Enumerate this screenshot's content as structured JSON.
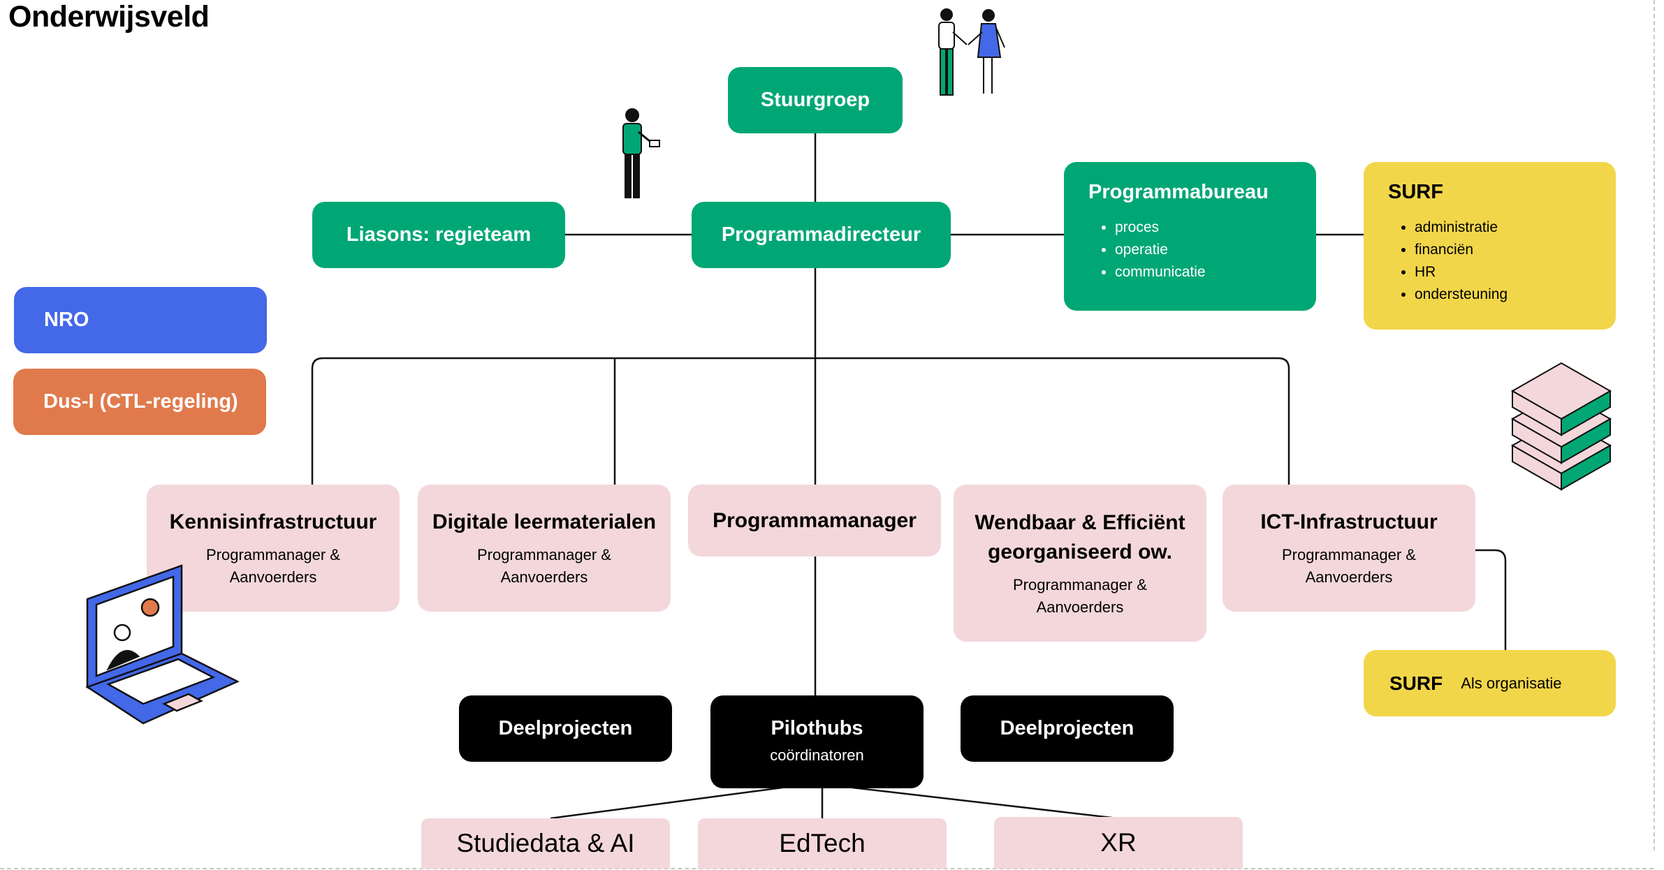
{
  "title": "Onderwijsveld",
  "colors": {
    "green": "#00a774",
    "yellow": "#f2d64a",
    "pink": "#f3d7db",
    "black": "#000000",
    "blue": "#4368e8",
    "orange": "#e07a4c"
  },
  "governance": {
    "stuurgroep": "Stuurgroep",
    "programmadirecteur": "Programmadirecteur",
    "liasons": "Liasons: regieteam",
    "programmabureau": {
      "title": "Programmabureau",
      "items": [
        "proces",
        "operatie",
        "communicatie"
      ]
    },
    "surf_support": {
      "title": "SURF",
      "items": [
        "administratie",
        "financiën",
        "HR",
        "ondersteuning"
      ]
    }
  },
  "funders": {
    "nro": "NRO",
    "dusi": "Dus-I (CTL-regeling)"
  },
  "programs": [
    {
      "title": "Kennisinfrastructuur",
      "sub": "Programmanager & Aanvoerders"
    },
    {
      "title": "Digitale leermaterialen",
      "sub": "Programmanager & Aanvoerders"
    },
    {
      "title": "Programmamanager",
      "sub": ""
    },
    {
      "title": "Wendbaar & Efficiënt georganiseerd ow.",
      "sub": "Programmanager & Aanvoerders"
    },
    {
      "title": "ICT-Infrastructuur",
      "sub": "Programmanager & Aanvoerders"
    }
  ],
  "surf_org": {
    "title": "SURF",
    "sub": "Als organisatie"
  },
  "projects": {
    "deel_left": "Deelprojecten",
    "deel_right": "Deelprojecten",
    "pilothubs": "Pilothubs",
    "pilothubs_sub": "coördinatoren"
  },
  "themes": [
    "Studiedata & AI",
    "EdTech",
    "XR"
  ],
  "icons": [
    "people-handshake-icon",
    "person-presenting-icon",
    "server-stack-icon",
    "laptop-video-call-icon"
  ]
}
